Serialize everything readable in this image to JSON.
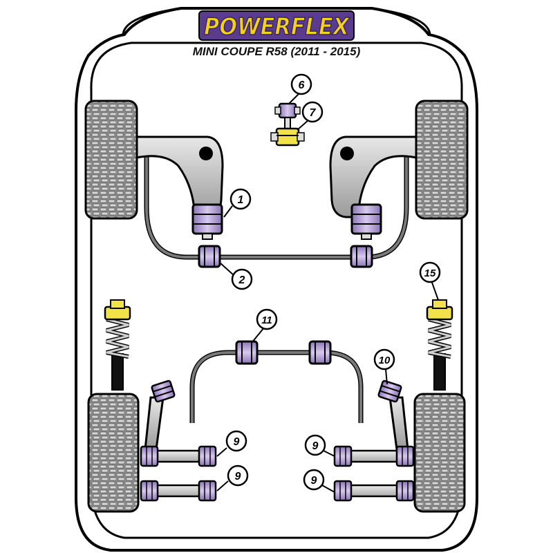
{
  "brand": {
    "logo_text": "POWERFLEX",
    "subtitle": "MINI COUPE R58 (2011 - 2015)"
  },
  "colors": {
    "outline": "#000000",
    "bush_purple": "#b9a3d6",
    "bush_purple_dark": "#6f5a99",
    "bush_yellow": "#f2e24a",
    "logo_yellow": "#f5d21a",
    "logo_purple": "#5b3b8c",
    "arm_grey": "#c8c8c8",
    "bar_grey": "#7a7a7a",
    "tyre": "#9a9a9a"
  },
  "callouts": [
    {
      "label": "1"
    },
    {
      "label": "2"
    },
    {
      "label": "6"
    },
    {
      "label": "7"
    },
    {
      "label": "9"
    },
    {
      "label": "9"
    },
    {
      "label": "9"
    },
    {
      "label": "9"
    },
    {
      "label": "10"
    },
    {
      "label": "11"
    },
    {
      "label": "15"
    }
  ]
}
